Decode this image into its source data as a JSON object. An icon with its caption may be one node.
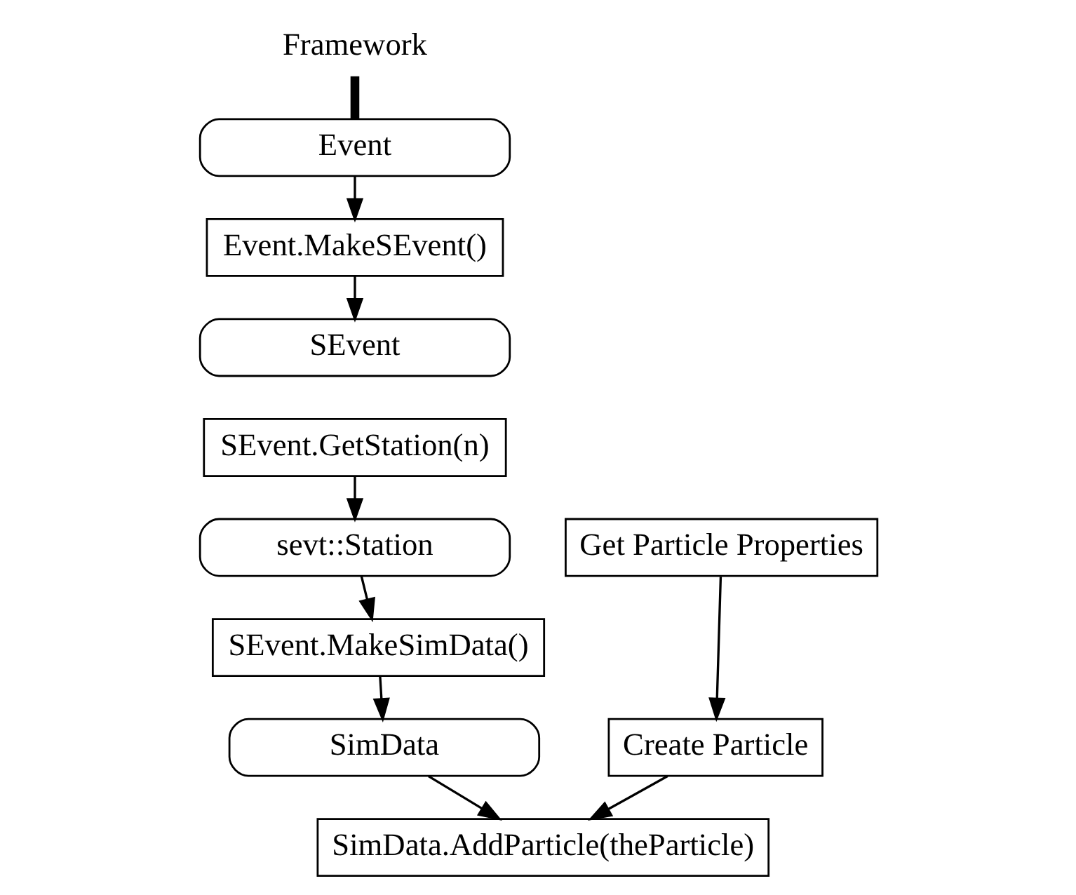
{
  "diagram": {
    "nodes": [
      {
        "text": [
          "Framework"
        ]
      },
      {
        "text": [
          "Event"
        ]
      },
      {
        "text": [
          "Event.MakeSEvent()"
        ]
      },
      {
        "text": [
          "SEvent"
        ]
      },
      {
        "text": [
          "SEvent.GetStation(n)"
        ]
      },
      {
        "text": [
          "sevt::Station"
        ]
      },
      {
        "text": [
          "Get Particle Properties"
        ]
      },
      {
        "text": [
          "SEvent.MakeSimData()"
        ]
      },
      {
        "text": [
          "SimData"
        ]
      },
      {
        "text": [
          "Create Particle"
        ]
      },
      {
        "text": [
          "SimData.AddParticle(theParticle)"
        ]
      }
    ],
    "edges": [
      {
        "from": 0,
        "to": 1,
        "arrow": "none",
        "style": "thick"
      },
      {
        "from": 1,
        "to": 2,
        "arrow": "to"
      },
      {
        "from": 2,
        "to": 3,
        "arrow": "to"
      },
      {
        "from": 4,
        "to": 5,
        "arrow": "to"
      },
      {
        "from": 5,
        "to": 7,
        "arrow": "to"
      },
      {
        "from": 7,
        "to": 8,
        "arrow": "to"
      },
      {
        "from": 8,
        "to": 10,
        "arrow": "to"
      },
      {
        "from": 6,
        "to": 9,
        "arrow": "to"
      },
      {
        "from": 9,
        "to": 10,
        "arrow": "to"
      }
    ]
  }
}
